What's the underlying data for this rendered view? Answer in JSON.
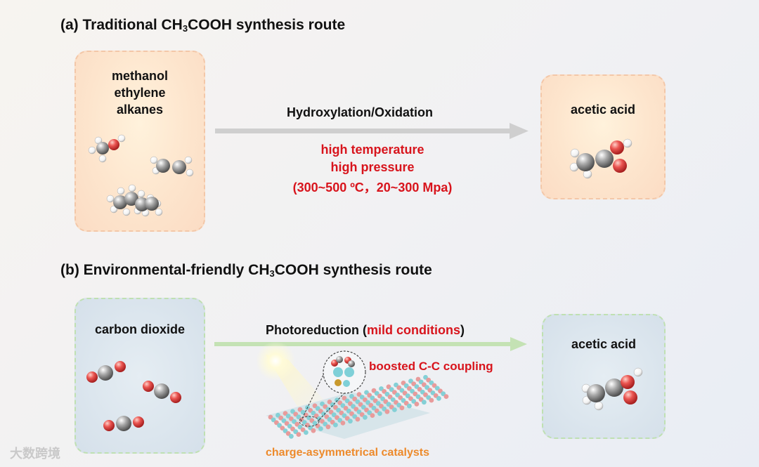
{
  "section_a": {
    "heading_prefix": "(a) Traditional  CH",
    "heading_sub": "3",
    "heading_suffix": "COOH synthesis route",
    "feedstocks": [
      "methanol",
      "ethylene",
      "alkanes"
    ],
    "arrow_label": "Hydroxylation/Oxidation",
    "conditions": [
      "high temperature",
      "high pressure",
      "(300~500 ºC，20~300 Mpa)"
    ],
    "product": "acetic acid"
  },
  "section_b": {
    "heading_prefix": "(b) Environmental-friendly CH",
    "heading_sub": "3",
    "heading_suffix": "COOH synthesis route",
    "feedstock": "carbon dioxide",
    "arrow_label_prefix": "Photoreduction (",
    "arrow_label_highlight": "mild conditions",
    "arrow_label_suffix": ")",
    "coupling_label": "boosted C-C coupling",
    "catalyst_label": "charge-asymmetrical catalysts",
    "product": "acetic acid"
  },
  "watermark": "大数跨境",
  "colors": {
    "red_text": "#d8141c",
    "orange_text": "#ed8a2b",
    "arrow_a": "#cfcfcf",
    "arrow_b": "#c4e2b4",
    "carbon": "#8a8a8a",
    "oxygen": "#e04a48",
    "hydrogen": "#ffffff"
  }
}
